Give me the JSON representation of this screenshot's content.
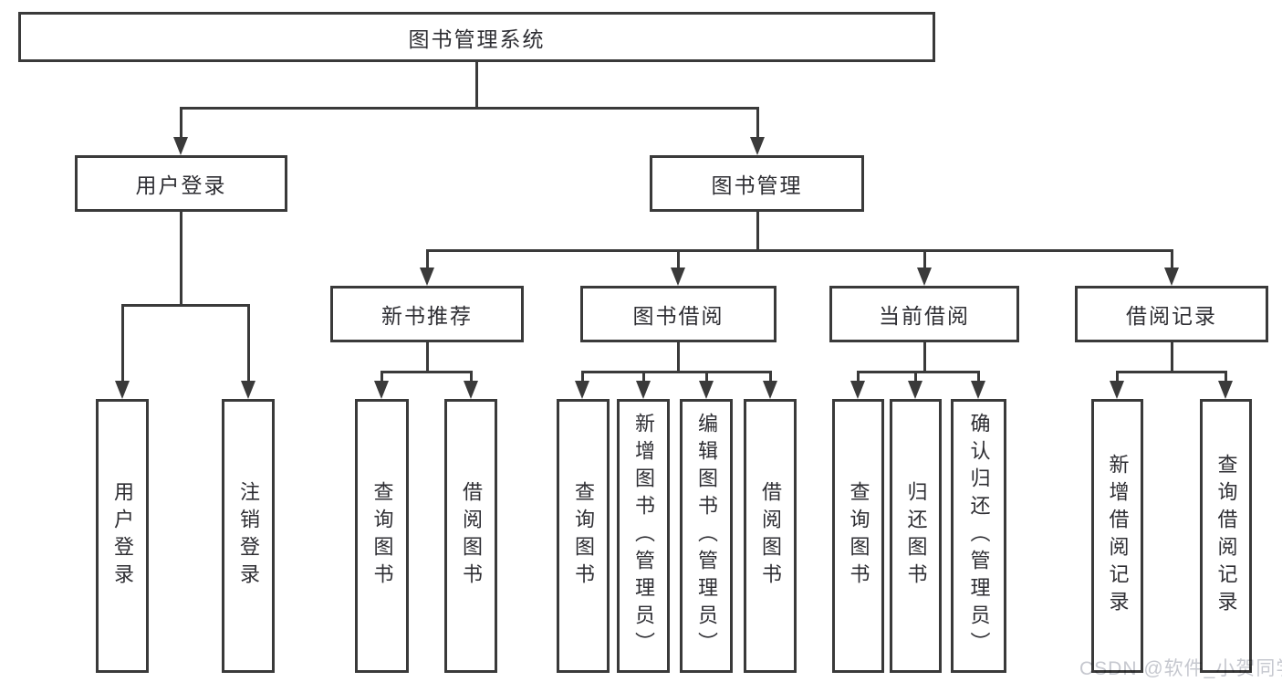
{
  "tree": {
    "root": "图书管理系统",
    "user_login": {
      "label": "用户登录",
      "children": [
        "用户登录",
        "注销登录"
      ]
    },
    "book_mgmt": {
      "label": "图书管理",
      "sections": [
        {
          "label": "新书推荐",
          "children": [
            "查询图书",
            "借阅图书"
          ]
        },
        {
          "label": "图书借阅",
          "children": [
            "查询图书",
            "新增图书（管理员）",
            "编辑图书（管理员）",
            "借阅图书"
          ]
        },
        {
          "label": "当前借阅",
          "children": [
            "查询图书",
            "归还图书",
            "确认归还（管理员）"
          ]
        },
        {
          "label": "借阅记录",
          "children": [
            "新增借阅记录",
            "查询借阅记录"
          ]
        }
      ]
    }
  },
  "watermark": {
    "text": "CSDN @软件_小贺同学"
  },
  "colors": {
    "line": "#3a3a3a",
    "text": "#2e2e33",
    "watermark": "#c6c8cf",
    "background": "#ffffff"
  }
}
